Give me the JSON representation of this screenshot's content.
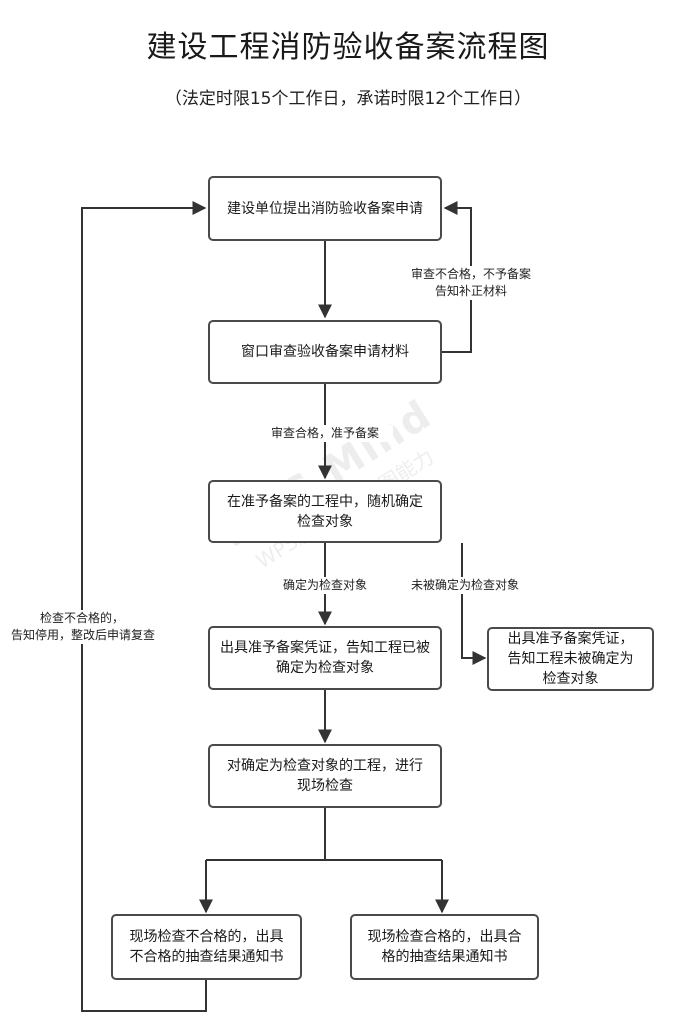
{
  "title": "建设工程消防验收备案流程图",
  "subtitle": "（法定时限15个工作日，承诺时限12个工作日）",
  "nodes": {
    "apply": "建设单位提出消防验收备案申请",
    "window_review": "窗口审查验收备案申请材料",
    "random_pick": "在准予备案的工程中，随机确定检查对象",
    "cert_selected": "出具准予备案凭证，告知工程已被确定为检查对象",
    "cert_not_selected": "出具准予备案凭证，告知工程未被确定为检查对象",
    "site_inspection": "对确定为检查对象的工程，进行现场检查",
    "fail_notice": "现场检查不合格的，出具不合格的抽查结果通知书",
    "pass_notice": "现场检查合格的，出具合格的抽查结果通知书"
  },
  "edge_labels": {
    "review_fail_1": "审查不合格，不予备案",
    "review_fail_2": "告知补正材料",
    "review_pass": "审查合格，准予备案",
    "selected": "确定为检查对象",
    "not_selected": "未被确定为检查对象",
    "inspect_fail_1": "检查不合格的，",
    "inspect_fail_2": "告知停用，整改后申请复查"
  },
  "watermark": {
    "brand": "WPS Mind",
    "tagline": "WPS脑图提供作图能力"
  },
  "colors": {
    "line": "#333333",
    "box_border": "#4a4a4a",
    "background": "#ffffff"
  }
}
